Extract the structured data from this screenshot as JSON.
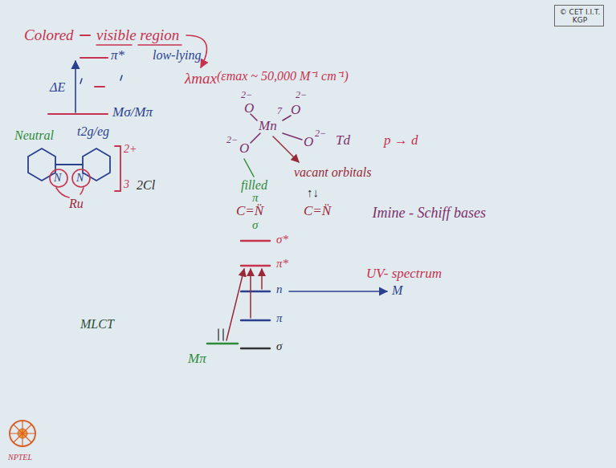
{
  "diagram": {
    "nodes": [
      {
        "text": [
          "© CET I.I.T. KGP"
        ]
      }
    ],
    "labels": [
      "Colored",
      "visible region",
      "λmax",
      "(εmax ~ 50,000 M⁻¹ cm⁻¹)",
      "π*",
      "low-lying",
      "ΔE",
      "Mσ/Mπ",
      "t2g/eg",
      "2−",
      "O",
      "2−",
      "O",
      "Mn",
      "7",
      "2−",
      "O",
      "O",
      "2−",
      "Td",
      "p → d",
      "vacant orbitals",
      "filled",
      "π",
      "C=N̈",
      "σ",
      "↑↓",
      "C=N̈",
      "Imine - Schiff bases",
      "UV- spectrum",
      "σ*",
      "π*",
      "n",
      "π",
      "σ",
      "M",
      "Mπ",
      "MLCT",
      "Neutral",
      "N",
      "N",
      "2+",
      "3",
      "Ru",
      "2Cl",
      "NPTEL"
    ]
  }
}
